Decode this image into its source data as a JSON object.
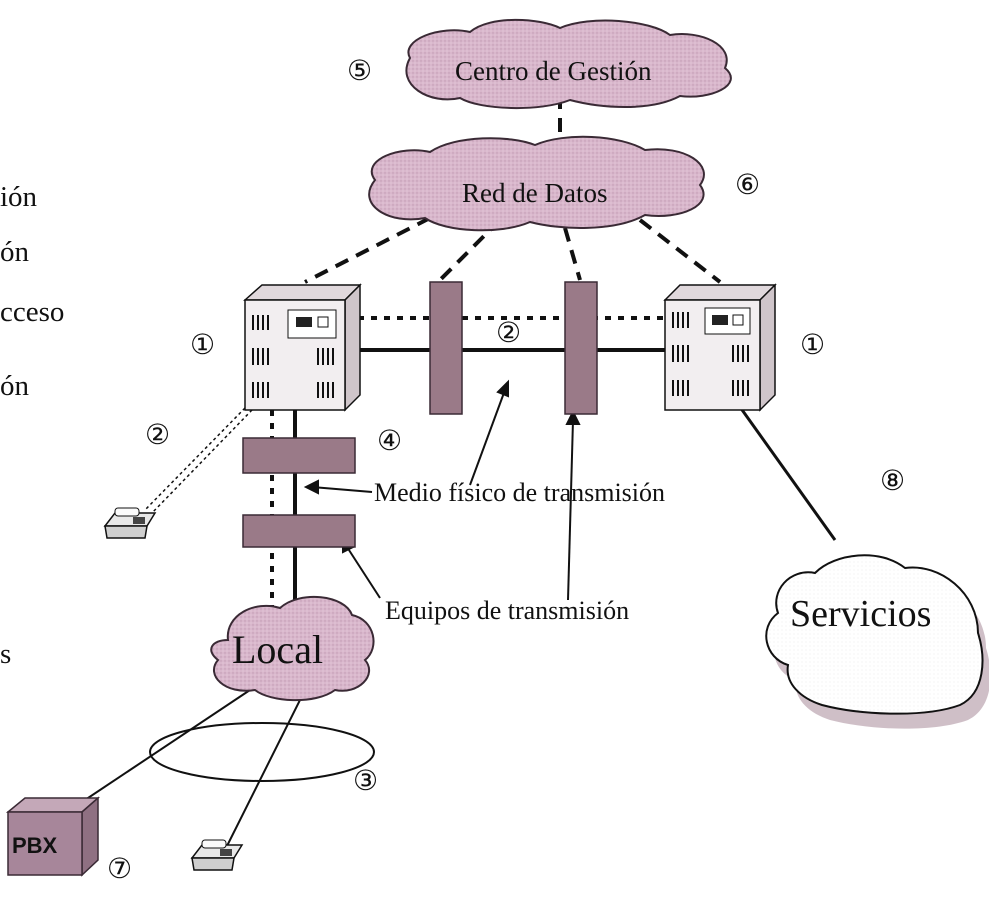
{
  "left_list": [
    "ión",
    "ón",
    "cceso",
    "ón",
    "s"
  ],
  "clouds": {
    "management": "Centro de Gestión",
    "data_network": "Red de Datos",
    "local": "Local",
    "services": "Servicios"
  },
  "annotations": {
    "physical_medium": "Medio físico de transmisión",
    "transmission_equipment": "Equipos de transmisión",
    "pbx": "PBX"
  },
  "markers": [
    "①",
    "②",
    "③",
    "④",
    "⑤",
    "⑥",
    "⑦",
    "⑧"
  ],
  "colors": {
    "cloud_fill": "#d9b7cc",
    "cloud_stroke": "#3a2a35",
    "equipment_bar": "#9a7a88",
    "switch_body": "#f2eef0",
    "pbx_fill": "#a7869a"
  },
  "icons": [
    "switch-icon",
    "telephone-icon",
    "pbx-box-icon",
    "cloud-shape"
  ]
}
